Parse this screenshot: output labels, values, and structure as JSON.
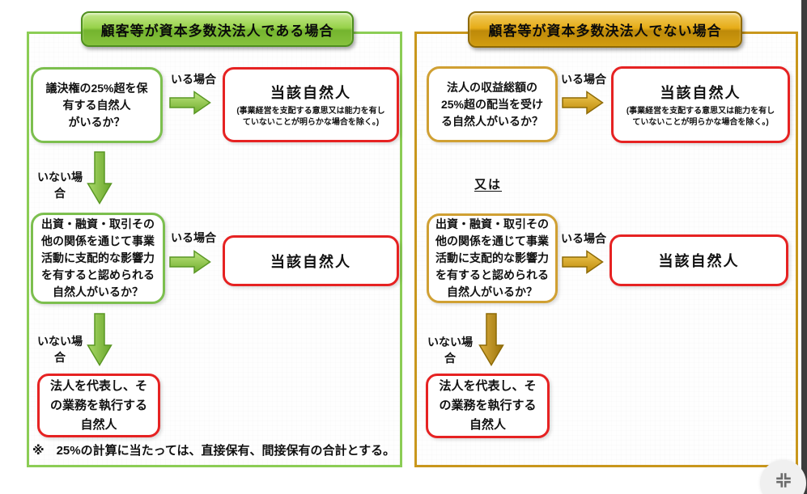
{
  "left_panel": {
    "header": "顧客等が資本多数決法人である場合",
    "q1": "議決権の25%超を保\n有する自然人\nがいるか？",
    "yes1": "いる場合",
    "result1_title": "当該自然人",
    "result1_note": "(事業経営を支配する意思又は能力を有し\nていないことが明らかな場合を除く。)",
    "no1": "いない場合",
    "q2": "出資・融資・取引その\n他の関係を通じて事業\n活動に支配的な影響力\nを有すると認められる\n自然人がいるか？",
    "yes2": "いる場合",
    "result2": "当該自然人",
    "no2": "いない場合",
    "final": "法人を代表し、そ\nの業務を執行する\n自然人",
    "footnote": "※　25%の計算に当たっては、直接保有、間接保有の合計とする。"
  },
  "right_panel": {
    "header": "顧客等が資本多数決法人でない場合",
    "q1": "法人の収益総額の\n25%超の配当を受け\nる自然人がいるか？",
    "yes1": "いる場合",
    "result1_title": "当該自然人",
    "result1_note": "(事業経営を支配する意思又は能力を有し\nていないことが明らかな場合を除く。)",
    "or_label": "又は",
    "q2": "出資・融資・取引その\n他の関係を通じて事業\n活動に支配的な影響力\nを有すると認められる\n自然人がいるか？",
    "yes2": "いる場合",
    "result2": "当該自然人",
    "no2": "いない場合",
    "final": "法人を代表し、そ\nの業務を執行する\n自然人"
  },
  "colors": {
    "green_border": "#8ccd55",
    "green_box_border": "#7cbf4e",
    "green_banner": "#8dc63f",
    "gold_border": "#c9971c",
    "gold_box_border": "#d0a033",
    "gold_banner": "#e0a714",
    "result_red": "#e62222",
    "side_strip": "#3c3c3c",
    "button_circle": "#f0f0f0"
  },
  "controls": {
    "compress_button": "exit-fullscreen"
  }
}
